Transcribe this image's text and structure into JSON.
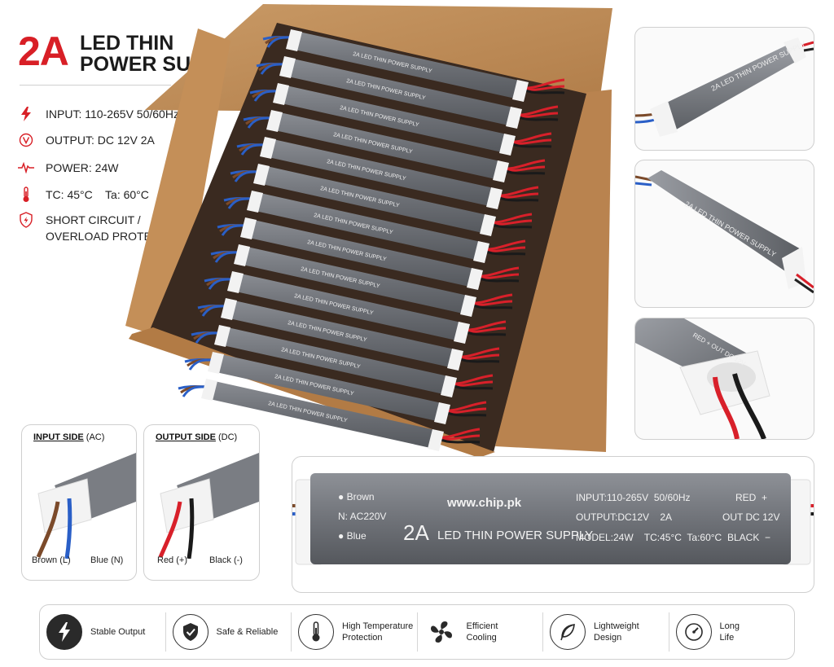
{
  "header": {
    "big": "2A",
    "line1": "LED THIN",
    "line2": "POWER SUPPLY"
  },
  "specs": [
    {
      "icon": "lightning-icon",
      "text": "INPUT: 110-265V 50/60Hz"
    },
    {
      "icon": "voltage-icon",
      "text": "OUTPUT: DC 12V 2A"
    },
    {
      "icon": "pulse-icon",
      "text": "POWER: 24W"
    },
    {
      "icon": "thermometer-icon",
      "text": "TC: 45°C    Ta: 60°C"
    },
    {
      "icon": "shield-icon",
      "text": "SHORT CIRCUIT /\nOVERLOAD PROTECTION"
    }
  ],
  "unit_label": {
    "brown": "Brown",
    "ac": "N: AC220V",
    "blue": "Blue",
    "site": "www.chip.pk",
    "rating": "2A",
    "name": "LED THIN POWER SUPPLY",
    "input": "INPUT:110-265V  50/60Hz",
    "output": "OUTPUT:DC12V    2A",
    "model": "MODEL:24W    TC:45°C  Ta:60°C",
    "red": "RED  +",
    "outdc": "OUT DC 12V",
    "black": "BLACK  −"
  },
  "input_panel": {
    "title": "INPUT SIDE",
    "suffix": " (AC)",
    "left_wire": "Brown (L)",
    "right_wire": "Blue (N)"
  },
  "output_panel": {
    "title": "OUTPUT SIDE",
    "suffix": " (DC)",
    "left_wire": "Red (+)",
    "right_wire": "Black (-)"
  },
  "features": [
    {
      "icon": "lightning-icon",
      "label": "Stable Output"
    },
    {
      "icon": "shield-check-icon",
      "label": "Safe & Reliable"
    },
    {
      "icon": "thermometer-icon",
      "label": "High Temperature\nProtection"
    },
    {
      "icon": "fan-icon",
      "label": "Efficient\nCooling"
    },
    {
      "icon": "feather-icon",
      "label": "Lightweight\nDesign"
    },
    {
      "icon": "gauge-icon",
      "label": "Long\nLife"
    }
  ],
  "colors": {
    "accent": "#d81f26",
    "cardboard": "#c6925c",
    "unit_grey": "#6f7278",
    "wire_red": "#d8202a",
    "wire_blue": "#2a5fc7",
    "wire_brown": "#7b4a2a"
  }
}
